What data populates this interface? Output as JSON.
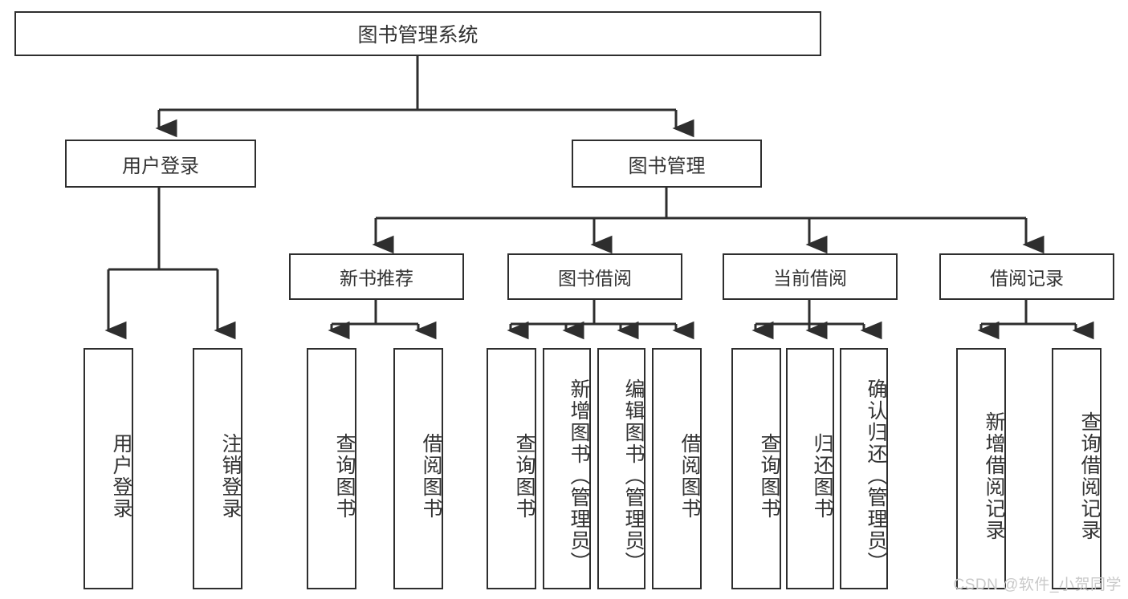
{
  "diagram": {
    "title": "图书管理系统",
    "type": "hierarchy-tree",
    "background_color": "#ffffff",
    "box_border_color": "#2e2e2e",
    "text_color": "#333333",
    "connector_color": "#2e2e2e"
  },
  "watermark": {
    "text": "CSDN @软件_小贺同学",
    "color": "#c9c9c9"
  },
  "nodes": {
    "root": {
      "label": "图书管理系统"
    },
    "level1": [
      {
        "label": "用户登录"
      },
      {
        "label": "图书管理"
      }
    ],
    "level2": [
      {
        "label": "新书推荐"
      },
      {
        "label": "图书借阅"
      },
      {
        "label": "当前借阅"
      },
      {
        "label": "借阅记录"
      }
    ],
    "leaves": [
      {
        "label": "用户登录",
        "parent": "用户登录"
      },
      {
        "label": "注销登录",
        "parent": "用户登录"
      },
      {
        "label": "查询图书",
        "parent": "新书推荐"
      },
      {
        "label": "借阅图书",
        "parent": "新书推荐"
      },
      {
        "label": "查询图书",
        "parent": "图书借阅"
      },
      {
        "label": "新增图书（管理员）",
        "parent": "图书借阅"
      },
      {
        "label": "编辑图书（管理员）",
        "parent": "图书借阅"
      },
      {
        "label": "借阅图书",
        "parent": "图书借阅"
      },
      {
        "label": "查询图书",
        "parent": "当前借阅"
      },
      {
        "label": "归还图书",
        "parent": "当前借阅"
      },
      {
        "label": "确认归还（管理员）",
        "parent": "当前借阅"
      },
      {
        "label": "新增借阅记录",
        "parent": "借阅记录"
      },
      {
        "label": "查询借阅记录",
        "parent": "借阅记录"
      }
    ]
  }
}
